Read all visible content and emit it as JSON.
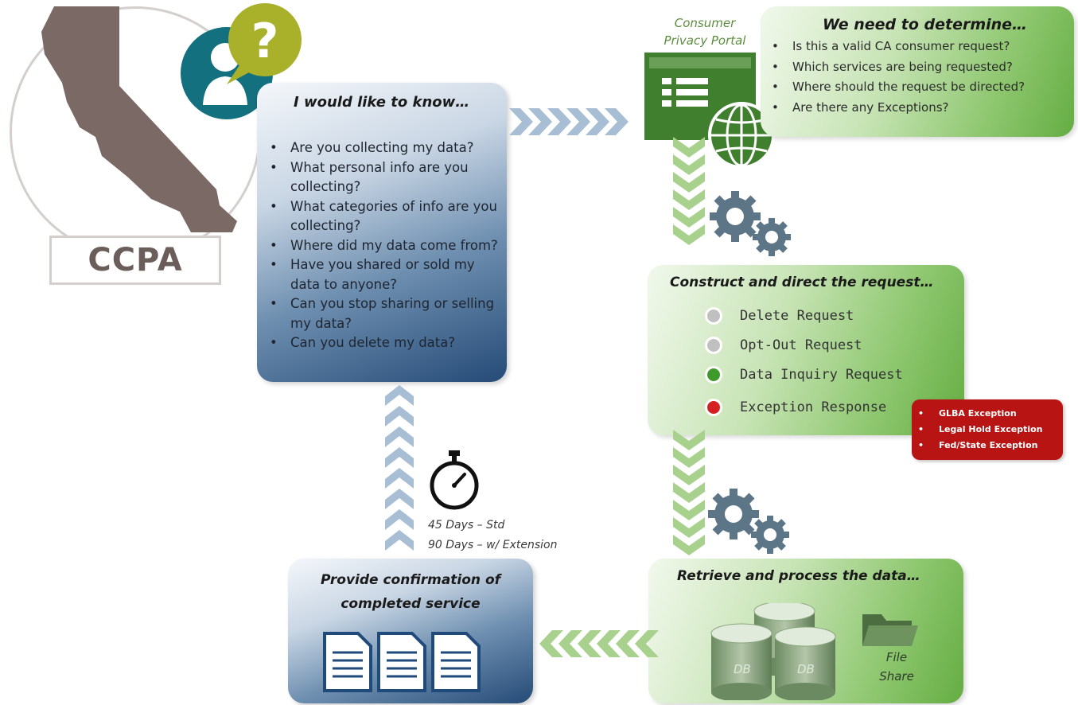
{
  "ccpa": {
    "label": "CCPA"
  },
  "portal": {
    "label_line1": "Consumer",
    "label_line2": "Privacy Portal"
  },
  "know_panel": {
    "title": "I would like to know…",
    "items": [
      "Are you collecting my data?",
      "What personal info are you collecting?",
      "What categories of info are you collecting?",
      "Where did my data come from?",
      "Have you shared or sold my data to anyone?",
      "Can you stop sharing or selling my data?",
      "Can you delete my data?"
    ]
  },
  "determine_panel": {
    "title": "We need to determine…",
    "items": [
      "Is this a valid CA consumer request?",
      "Which services are being requested?",
      "Where should the request be directed?",
      "Are there any Exceptions?"
    ]
  },
  "construct_panel": {
    "title": "Construct and direct the request…",
    "options": [
      {
        "label": "Delete Request",
        "status_color": "#c0c0c0"
      },
      {
        "label": "Opt-Out Request",
        "status_color": "#c0c0c0"
      },
      {
        "label": "Data Inquiry Request",
        "status_color": "#3f9a2c"
      },
      {
        "label": "Exception Response",
        "status_color": "#d42020"
      }
    ]
  },
  "exceptions": {
    "items": [
      "GLBA Exception",
      "Legal Hold Exception",
      "Fed/State Exception"
    ],
    "color": "#b81414"
  },
  "retrieve_panel": {
    "title": "Retrieve and process the data…",
    "db_labels": [
      "DB",
      "DB"
    ],
    "file_share_line1": "File",
    "file_share_line2": "Share"
  },
  "confirm_panel": {
    "title_line1": "Provide confirmation of",
    "title_line2": "completed service"
  },
  "timer": {
    "line1": "45 Days – Std",
    "line2": "90 Days – w/ Extension"
  },
  "colors": {
    "portal_green": "#3f7f2e",
    "blue_dark": "#254b77",
    "green_accent": "#65ad43",
    "arrow_blue": "#9cb4cc",
    "arrow_green": "#a9d18e",
    "gear": "#5c7688",
    "ccpa_state": "#7a6964"
  }
}
